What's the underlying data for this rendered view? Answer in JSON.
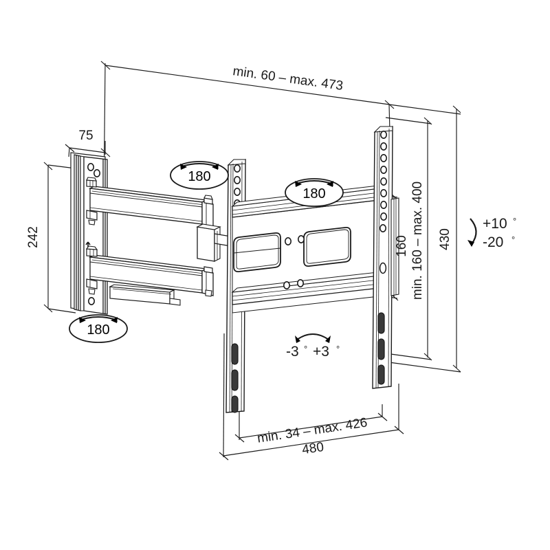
{
  "drawing": {
    "title": "TV wall mount technical dimension drawing",
    "subject": "full-motion articulating tv wall mount",
    "view": "isometric / perspective line drawing",
    "line_color": "#1a1a1a",
    "fill_color": "#ffffff",
    "background": "#ffffff",
    "units": "mm"
  },
  "dimensions": {
    "depth_extension": {
      "name": "depth-extension",
      "label": "min. 60 – max. 473",
      "min": 60,
      "max": 473,
      "position": "top",
      "orientation": "horizontal"
    },
    "wall_plate_depth": {
      "name": "wall-plate-depth",
      "label": "75",
      "value": 75,
      "position": "upper-left",
      "orientation": "horizontal"
    },
    "wall_plate_height": {
      "name": "wall-plate-height",
      "label": "242",
      "value": 242,
      "position": "left",
      "orientation": "vertical"
    },
    "vesa_vertical_fixed": {
      "name": "vesa-vertical-fixed",
      "label": "160",
      "value": 160,
      "position": "right-inner",
      "orientation": "vertical"
    },
    "vesa_vertical_range": {
      "name": "vesa-vertical-range",
      "label": "min. 160 – max. 400",
      "min": 160,
      "max": 400,
      "position": "right-middle",
      "orientation": "vertical"
    },
    "total_height": {
      "name": "total-height",
      "label": "430",
      "value": 430,
      "position": "right-outer",
      "orientation": "vertical"
    },
    "vesa_horizontal_range": {
      "name": "vesa-horizontal-range",
      "label": "min. 34 – max. 426",
      "min": 34,
      "max": 426,
      "position": "bottom-inner",
      "orientation": "horizontal"
    },
    "total_width": {
      "name": "total-width",
      "label": "480",
      "value": 480,
      "position": "bottom-outer",
      "orientation": "horizontal"
    }
  },
  "angles": {
    "swivel_badges": [
      {
        "name": "swivel-badge-arm-upper",
        "label": "180",
        "degree_symbol": "°",
        "value": 180
      },
      {
        "name": "swivel-badge-plate",
        "label": "180",
        "degree_symbol": "°",
        "value": 180
      },
      {
        "name": "swivel-badge-wall",
        "label": "180",
        "degree_symbol": "°",
        "value": 180
      }
    ],
    "rotation": {
      "name": "rotation-angle",
      "minus_label": "-3",
      "plus_label": "+3",
      "degree_symbol": "°",
      "combined": "-3° +3°"
    },
    "tilt": {
      "name": "tilt-angle",
      "up_label": "+10",
      "down_label": "-20",
      "degree_symbol": "°",
      "combined": "+10° / -20°"
    }
  }
}
